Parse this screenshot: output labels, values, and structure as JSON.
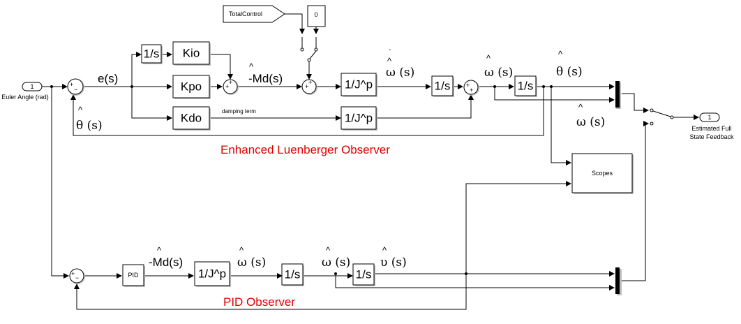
{
  "diagram": {
    "inport": {
      "number": "1",
      "label": "Euler Angle (rad)"
    },
    "outport": {
      "number": "1",
      "label_line1": "Estimated Full",
      "label_line2": "State Feedback"
    },
    "goto_tag": "TotalControl",
    "constant": "0",
    "scopes_label": "Scopes",
    "luenberger": {
      "title": "Enhanced Luenberger Observer",
      "error_label": "e(s)",
      "integrator_label": "1/s",
      "kio": "Kio",
      "kpo": "Kpo",
      "kdo": "Kdo",
      "damping_label": "damping term",
      "md_label": "-Md(s)",
      "inv_j_top": "1/J^p",
      "inv_j_bottom": "1/J^p",
      "int2": "1/s",
      "int3": "1/s",
      "omega_dot_label": "ω (s)",
      "omega_label": "ω (s)",
      "theta_label": "θ (s)",
      "omega_out_label": "ω (s)",
      "theta_fb_label": "θ (s)",
      "hat": "^",
      "dot": "."
    },
    "pid": {
      "title": "PID Observer",
      "pid_label": "PID",
      "md_label": "-Md(s)",
      "inv_j": "1/J^p",
      "int1": "1/s",
      "int2": "1/s",
      "omega_label1": "ω (s)",
      "omega_label2": "ω (s)",
      "upsilon_label": "υ (s)",
      "hat": "^"
    },
    "sum_signs": {
      "plus": "+",
      "minus": "−"
    },
    "colors": {
      "title_red": "#e00000",
      "line": "#000000",
      "sig_s": "#1f3f7a"
    }
  }
}
